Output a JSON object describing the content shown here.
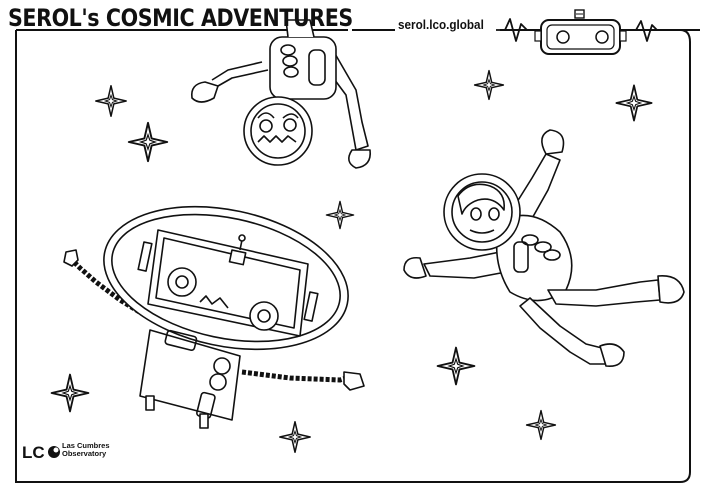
{
  "header": {
    "title": "SEROL's COSMIC ADVENTURES",
    "url": "serol.lco.global"
  },
  "logo": {
    "mark": "LC",
    "line1": "Las Cumbres",
    "line2": "Observatory"
  },
  "colors": {
    "line": "#111111",
    "background": "#ffffff"
  },
  "icons": [
    "robot-face-icon",
    "heartbeat-line-icon",
    "sparkle-star-icon",
    "astronaut-icon",
    "robot-spaceship-icon"
  ]
}
